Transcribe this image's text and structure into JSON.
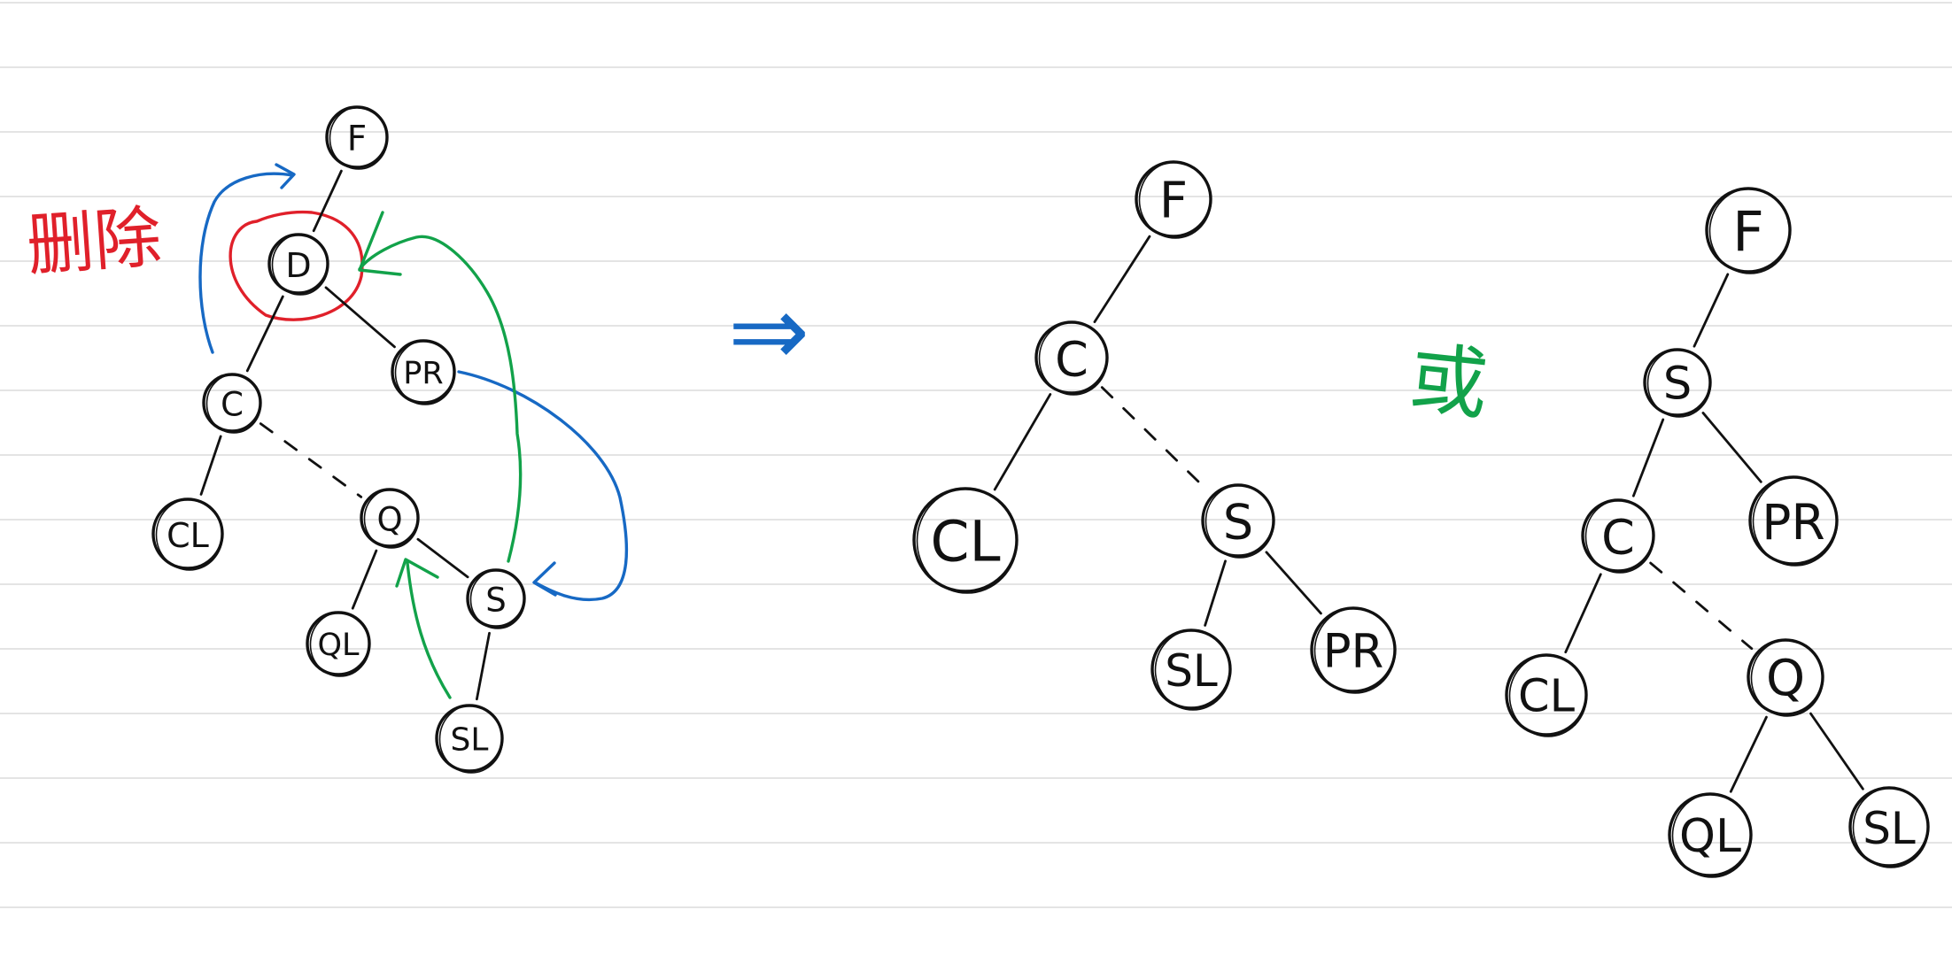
{
  "annotations": {
    "delete_label": "删除",
    "or_label": "或",
    "arrow_symbol": "⇒"
  },
  "colors": {
    "ink": "#111111",
    "red": "#e0202a",
    "blue": "#1769c4",
    "green": "#12a24a",
    "ruled_line": "#dcdcdc"
  },
  "trees": [
    {
      "id": "before",
      "nodes": [
        {
          "id": "F",
          "label": "F"
        },
        {
          "id": "D",
          "label": "D",
          "highlight": "red"
        },
        {
          "id": "C",
          "label": "C"
        },
        {
          "id": "PR",
          "label": "PR"
        },
        {
          "id": "CL",
          "label": "CL"
        },
        {
          "id": "Q",
          "label": "Q"
        },
        {
          "id": "QL",
          "label": "QL"
        },
        {
          "id": "S",
          "label": "S"
        },
        {
          "id": "SL",
          "label": "SL"
        }
      ],
      "edges": [
        {
          "from": "F",
          "to": "D",
          "style": "solid"
        },
        {
          "from": "D",
          "to": "C",
          "style": "solid"
        },
        {
          "from": "D",
          "to": "PR",
          "style": "solid"
        },
        {
          "from": "C",
          "to": "CL",
          "style": "solid"
        },
        {
          "from": "C",
          "to": "Q",
          "style": "dashed"
        },
        {
          "from": "Q",
          "to": "QL",
          "style": "solid"
        },
        {
          "from": "Q",
          "to": "S",
          "style": "solid"
        },
        {
          "from": "S",
          "to": "SL",
          "style": "solid"
        }
      ]
    },
    {
      "id": "after-1",
      "nodes": [
        {
          "id": "F",
          "label": "F"
        },
        {
          "id": "C",
          "label": "C"
        },
        {
          "id": "CL",
          "label": "CL"
        },
        {
          "id": "S",
          "label": "S"
        },
        {
          "id": "SL",
          "label": "SL"
        },
        {
          "id": "PR",
          "label": "PR"
        }
      ],
      "edges": [
        {
          "from": "F",
          "to": "C",
          "style": "solid"
        },
        {
          "from": "C",
          "to": "CL",
          "style": "solid"
        },
        {
          "from": "C",
          "to": "S",
          "style": "dashed"
        },
        {
          "from": "S",
          "to": "SL",
          "style": "solid"
        },
        {
          "from": "S",
          "to": "PR",
          "style": "solid"
        }
      ]
    },
    {
      "id": "after-2",
      "nodes": [
        {
          "id": "F",
          "label": "F"
        },
        {
          "id": "S",
          "label": "S"
        },
        {
          "id": "C",
          "label": "C"
        },
        {
          "id": "PR",
          "label": "PR"
        },
        {
          "id": "CL",
          "label": "CL"
        },
        {
          "id": "Q",
          "label": "Q"
        },
        {
          "id": "QL",
          "label": "QL"
        },
        {
          "id": "SL",
          "label": "SL"
        }
      ],
      "edges": [
        {
          "from": "F",
          "to": "S",
          "style": "solid"
        },
        {
          "from": "S",
          "to": "C",
          "style": "solid"
        },
        {
          "from": "S",
          "to": "PR",
          "style": "solid"
        },
        {
          "from": "C",
          "to": "CL",
          "style": "solid"
        },
        {
          "from": "C",
          "to": "Q",
          "style": "dashed"
        },
        {
          "from": "Q",
          "to": "QL",
          "style": "solid"
        },
        {
          "from": "Q",
          "to": "SL",
          "style": "solid"
        }
      ]
    }
  ]
}
